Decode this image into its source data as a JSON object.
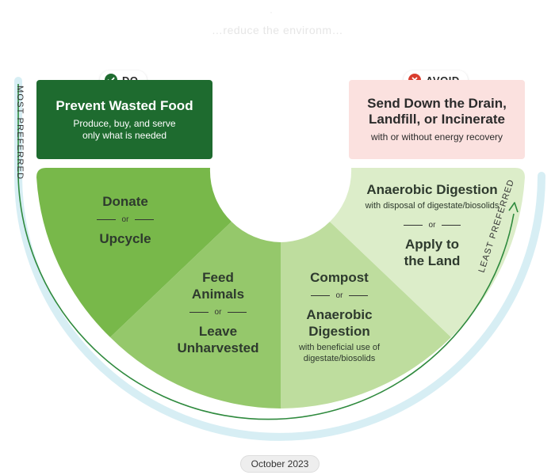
{
  "header": {
    "faded_title": "…reduce the environm…",
    "faded_mark": "·"
  },
  "do_badge": {
    "label": "DO",
    "icon": "check-icon"
  },
  "avoid_badge": {
    "label": "AVOID",
    "icon": "x-icon"
  },
  "do_box": {
    "title": "Prevent Wasted Food",
    "subtitle_1": "Produce, buy, and serve",
    "subtitle_2": "only what is needed"
  },
  "avoid_box": {
    "title_1": "Send Down the Drain,",
    "title_2": "Landfill, or Incinerate",
    "subtitle": "with or without energy recovery"
  },
  "or_label": "or",
  "segments": {
    "donate": {
      "title_1": "Donate",
      "title_2": "Upcycle"
    },
    "feed": {
      "title_1": "Feed",
      "title_2": "Animals",
      "title_3": "Leave",
      "title_4": "Unharvested"
    },
    "compost": {
      "title_1": "Compost",
      "title_2": "Anaerobic",
      "title_3": "Digestion",
      "note_1": "with beneficial use of",
      "note_2": "digestate/biosolids"
    },
    "anaerobic": {
      "title_1": "Anaerobic Digestion",
      "note": "with disposal of digestate/biosolids",
      "title_2": "Apply to",
      "title_3": "the Land"
    }
  },
  "scale": {
    "most": "MOST PREFERRED",
    "least": "LEAST PREFERRED"
  },
  "date": "October 2023",
  "colors": {
    "do_box": "#1e6b2f",
    "avoid_box": "#fbe1df",
    "seg_donate": "#78b84a",
    "seg_feed": "#95c86b",
    "seg_compost": "#bedd9e",
    "seg_anaerobic": "#dcedc9",
    "arrow_line": "#2f8a3e",
    "arrow_band": "#d7eef4"
  }
}
